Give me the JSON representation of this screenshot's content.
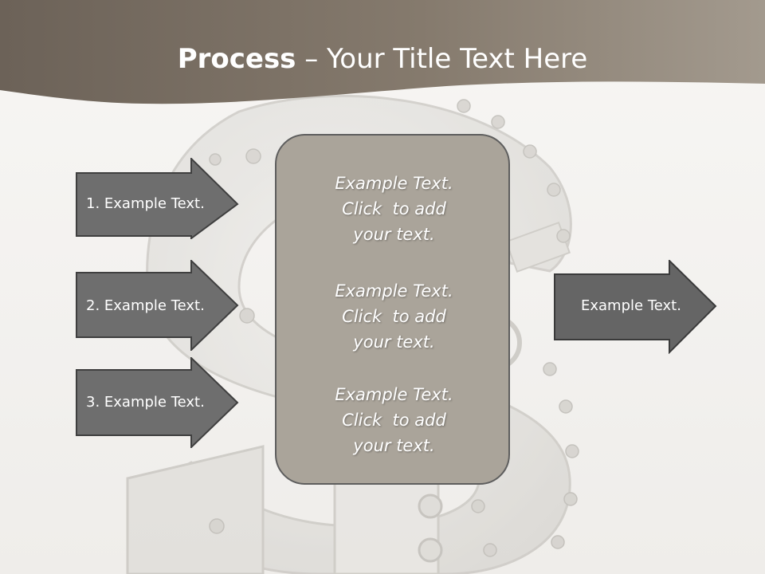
{
  "title": {
    "bold": "Process",
    "rest": " – Your Title Text Here"
  },
  "inputs": [
    {
      "label": "1. Example Text."
    },
    {
      "label": "2. Example Text."
    },
    {
      "label": "3. Example Text."
    }
  ],
  "center": {
    "blocks": [
      {
        "lines": [
          "Example Text.",
          "Click  to add",
          "your text."
        ]
      },
      {
        "lines": [
          "Example Text.",
          "Click  to add",
          "your text."
        ]
      },
      {
        "lines": [
          "Example Text.",
          "Click  to add",
          "your text."
        ]
      }
    ]
  },
  "output": {
    "label": "Example Text."
  },
  "colors": {
    "header": "#7e7468",
    "arrow_fill": "#6e6e6e",
    "center_fill": "#aaa49a"
  }
}
